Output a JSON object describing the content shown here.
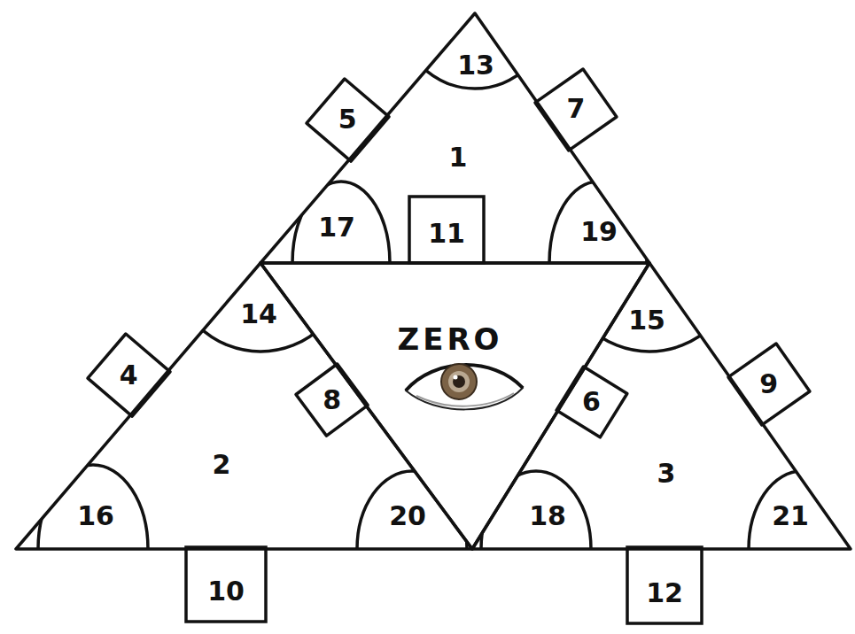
{
  "diagram": {
    "nodes": [
      {
        "text": [
          "1"
        ]
      },
      {
        "text": [
          "13"
        ],
        "in": 0
      },
      {
        "text": [
          "17"
        ],
        "in": 0
      },
      {
        "text": [
          "11"
        ],
        "in": 0
      },
      {
        "text": [
          "19"
        ],
        "in": 0
      },
      {
        "text": [
          "5"
        ]
      },
      {
        "text": [
          "7"
        ]
      },
      {
        "text": [
          "2"
        ]
      },
      {
        "text": [
          "14"
        ],
        "in": 7
      },
      {
        "text": [
          "8"
        ],
        "in": 7
      },
      {
        "text": [
          "16"
        ],
        "in": 7
      },
      {
        "text": [
          "20"
        ],
        "in": 7
      },
      {
        "text": [
          "4"
        ]
      },
      {
        "text": [
          "10"
        ]
      },
      {
        "text": [
          "ZERO"
        ]
      },
      {
        "text": [
          "3"
        ]
      },
      {
        "text": [
          "15"
        ],
        "in": 15
      },
      {
        "text": [
          "6"
        ],
        "in": 15
      },
      {
        "text": [
          "18"
        ],
        "in": 15
      },
      {
        "text": [
          "21"
        ],
        "in": 15
      },
      {
        "text": [
          "9"
        ]
      },
      {
        "text": [
          "12"
        ]
      }
    ]
  }
}
